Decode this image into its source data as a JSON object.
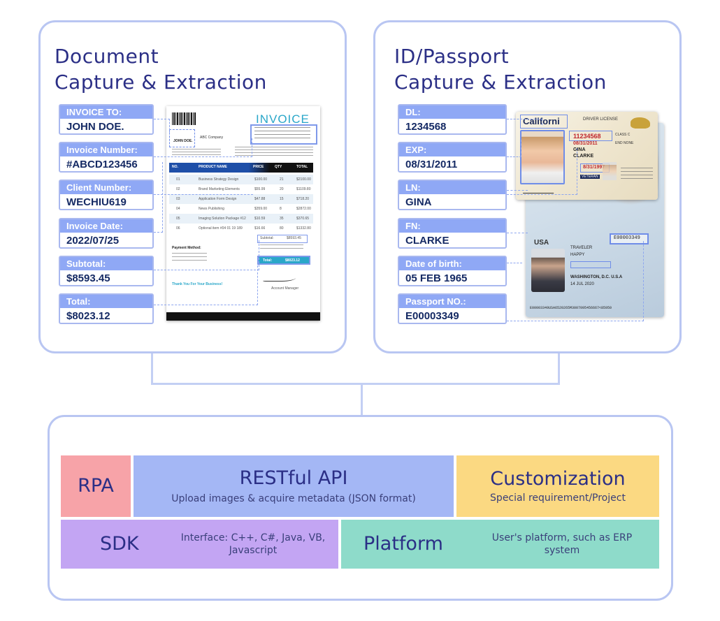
{
  "doc_panel": {
    "title_line1": "Document",
    "title_line2": "Capture & Extraction",
    "fields": [
      {
        "label": "INVOICE TO:",
        "value": "JOHN DOE."
      },
      {
        "label": "Invoice Number:",
        "value": "#ABCD123456"
      },
      {
        "label": "Client Number:",
        "value": "WECHIU619"
      },
      {
        "label": "Invoice Date:",
        "value": "2022/07/25"
      },
      {
        "label": "Subtotal:",
        "value": "$8593.45"
      },
      {
        "label": "Total:",
        "value": "$8023.12"
      }
    ],
    "invoice": {
      "heading": "INVOICE",
      "to_name": "JOHN DOE.",
      "company": "ABC Company",
      "columns": [
        "NO.",
        "PRODUCT NAME",
        "PRICE",
        "QTY",
        "TOTAL"
      ],
      "rows": [
        [
          "01",
          "Business Strategy Design",
          "$100.00",
          "21",
          "$2100.00"
        ],
        [
          "02",
          "Brand Marketing Elements",
          "$55.99",
          "20",
          "$1109.80"
        ],
        [
          "03",
          "Application Form Design",
          "$47.88",
          "15",
          "$718.20"
        ],
        [
          "04",
          "News Publishing",
          "$359.00",
          "8",
          "$2872.00"
        ],
        [
          "05",
          "Imaging Solution Package #12",
          "$10.59",
          "35",
          "$370.65"
        ],
        [
          "06",
          "Optional item #04 01 19 189",
          "$16.66",
          "80",
          "$1332.80"
        ]
      ],
      "subtotal_label": "Subtotal:",
      "subtotal_value": "$8593.45",
      "total_label": "Total:",
      "total_value": "$8023.12",
      "payment_method": "Payment Method:",
      "thanks": "Thank You For Your Business!",
      "signature_caption": "Account Manager"
    }
  },
  "id_panel": {
    "title_line1": "ID/Passport",
    "title_line2": "Capture & Extraction",
    "fields": [
      {
        "label": "DL:",
        "value": "1234568"
      },
      {
        "label": "EXP:",
        "value": "08/31/2011"
      },
      {
        "label": "LN:",
        "value": "GINA"
      },
      {
        "label": "FN:",
        "value": "CLARKE"
      },
      {
        "label": "Date of birth:",
        "value": "05 FEB 1965"
      },
      {
        "label": "Passport NO.:",
        "value": "E00003349"
      }
    ],
    "license": {
      "state": "Californi",
      "type": "DRIVER LICENSE",
      "dl": "11234568",
      "exp": "08/31/2011",
      "ln": "GINA",
      "fn": "CLARKE",
      "dob": "8/31/1997",
      "class": "CLASS C",
      "end": "END NONE",
      "veteran": "VETERAN"
    },
    "passport": {
      "country": "USA",
      "passport_no": "E00003349",
      "surname": "TRAVELER",
      "given": "HAPPY",
      "birthplace": "WASHINGTON, D.C. U.S.A",
      "issued": "14 JUL 2020",
      "mrz": "E00003349USA6520265M3007095456667<85950"
    }
  },
  "bottom": {
    "rpa": "RPA",
    "restful_title": "RESTful API",
    "restful_sub": "Upload images & acquire metadata (JSON format)",
    "custom_title": "Customization",
    "custom_sub": "Special requirement/Project",
    "sdk_title": "SDK",
    "sdk_sub": "Interface: C++, C#, Java, VB, Javascript",
    "platform_title": "Platform",
    "platform_sub": "User's platform, such as ERP system"
  },
  "colors": {
    "panel_border": "#b9c6f2",
    "title": "#2b2f86",
    "field_label_bg": "#8fa8f5",
    "rpa": "#f7a3a8",
    "restful": "#a4b7f5",
    "customization": "#fbd982",
    "sdk": "#c3a5f3",
    "platform": "#8edbca"
  }
}
